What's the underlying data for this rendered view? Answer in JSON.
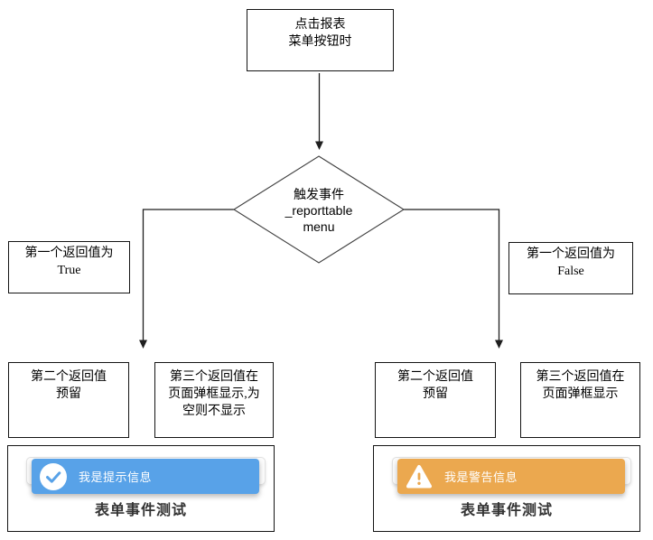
{
  "flow": {
    "start": {
      "lines": [
        "点击报表",
        "菜单按钮时"
      ]
    },
    "decision": {
      "lines": [
        "触发事件",
        "_reporttable",
        "menu"
      ]
    },
    "left": {
      "condition": [
        "第一个返回值为",
        "True"
      ],
      "reserved": [
        "第二个返回值",
        "预留"
      ],
      "popup": [
        "第三个返回值在",
        "页面弹框显示,为",
        "空则不显示"
      ],
      "toast": {
        "type": "success",
        "icon": "check-circle",
        "message": "我是提示信息"
      },
      "caption": "表单事件测试"
    },
    "right": {
      "condition": [
        "第一个返回值为",
        "False"
      ],
      "reserved": [
        "第二个返回值",
        "预留"
      ],
      "popup": [
        "第三个返回值在",
        "页面弹框显示"
      ],
      "toast": {
        "type": "warning",
        "icon": "warning-triangle",
        "message": "我是警告信息"
      },
      "caption": "表单事件测试"
    },
    "colors": {
      "success_toast": "#58a2e8",
      "warning_toast": "#eba84f",
      "toast_text": "#ffffff",
      "caption_text": "#333333",
      "line": "#1f1f1f",
      "box_border": "#141414"
    }
  }
}
